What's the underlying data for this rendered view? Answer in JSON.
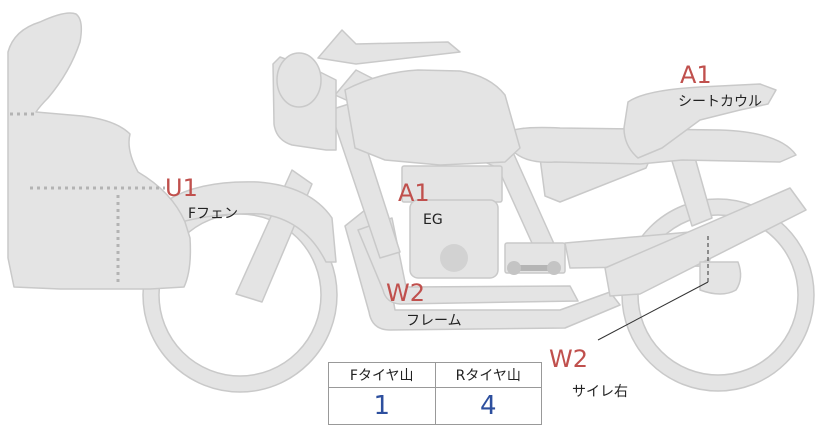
{
  "colors": {
    "body_fill": "#e4e4e4",
    "body_stroke": "#c9c9c9",
    "grade_text": "#c0504d",
    "value_text": "#2d4f9e",
    "dotted_line": "#b3b3b3"
  },
  "markers": [
    {
      "grade": "A1",
      "part": "シートカウル"
    },
    {
      "grade": "U1",
      "part": "Fフェン"
    },
    {
      "grade": "A1",
      "part": "EG"
    },
    {
      "grade": "W2",
      "part": "フレーム"
    },
    {
      "grade": "W2",
      "part": "サイレ右"
    }
  ],
  "tread_table": {
    "headers": [
      "Fタイヤ山",
      "Rタイヤ山"
    ],
    "values": [
      "1",
      "4"
    ]
  }
}
